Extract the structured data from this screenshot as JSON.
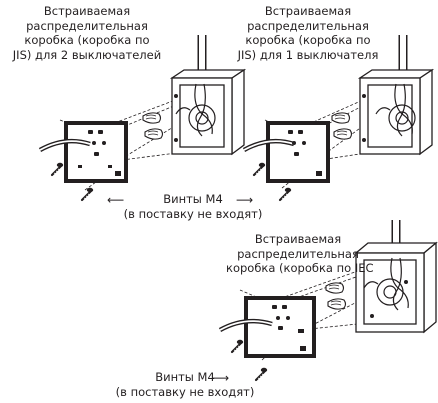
{
  "labels": {
    "box_2switch": [
      "Встраиваемая",
      "распределительная",
      "коробка (коробка по",
      "JIS) для 2 выключателей"
    ],
    "box_1switch": [
      "Встраиваемая",
      "распределительная",
      "коробка (коробка по",
      "JIS) для 1 выключателя"
    ],
    "box_iec": [
      "Встраиваемая",
      "распределительная",
      "коробка (коробка по IEC"
    ],
    "screws_top": [
      "Винты М4",
      "(в поставку не входят)"
    ],
    "screws_bottom": [
      "Винты М4",
      "(в поставку не входят)"
    ]
  },
  "colors": {
    "line": "#231f20",
    "panel_fill": "#ffffff"
  },
  "icons": [
    "arrow-left-icon",
    "arrow-right-icon",
    "screw-icon",
    "junction-box-icon",
    "cable-icon"
  ]
}
